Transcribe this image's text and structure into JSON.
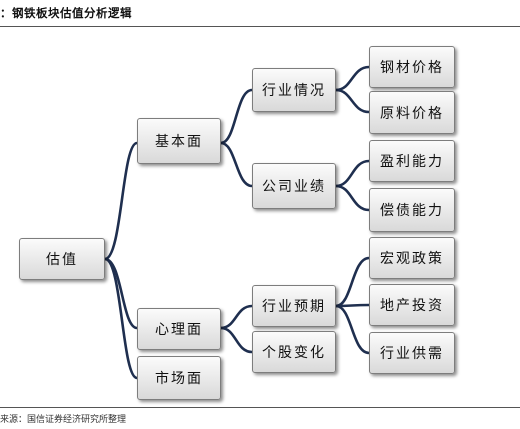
{
  "header": {
    "title": "：钢铁板块估值分析逻辑"
  },
  "diagram": {
    "root": "估值",
    "level1": [
      "基本面",
      "心理面",
      "市场面"
    ],
    "level2": [
      "行业情况",
      "公司业绩",
      "行业预期",
      "个股变化"
    ],
    "level3": [
      "钢材价格",
      "原料价格",
      "盈利能力",
      "偿债能力",
      "宏观政策",
      "地产投资",
      "行业供需"
    ]
  },
  "footer": {
    "source": "来源：国信证券经济研究所整理"
  }
}
